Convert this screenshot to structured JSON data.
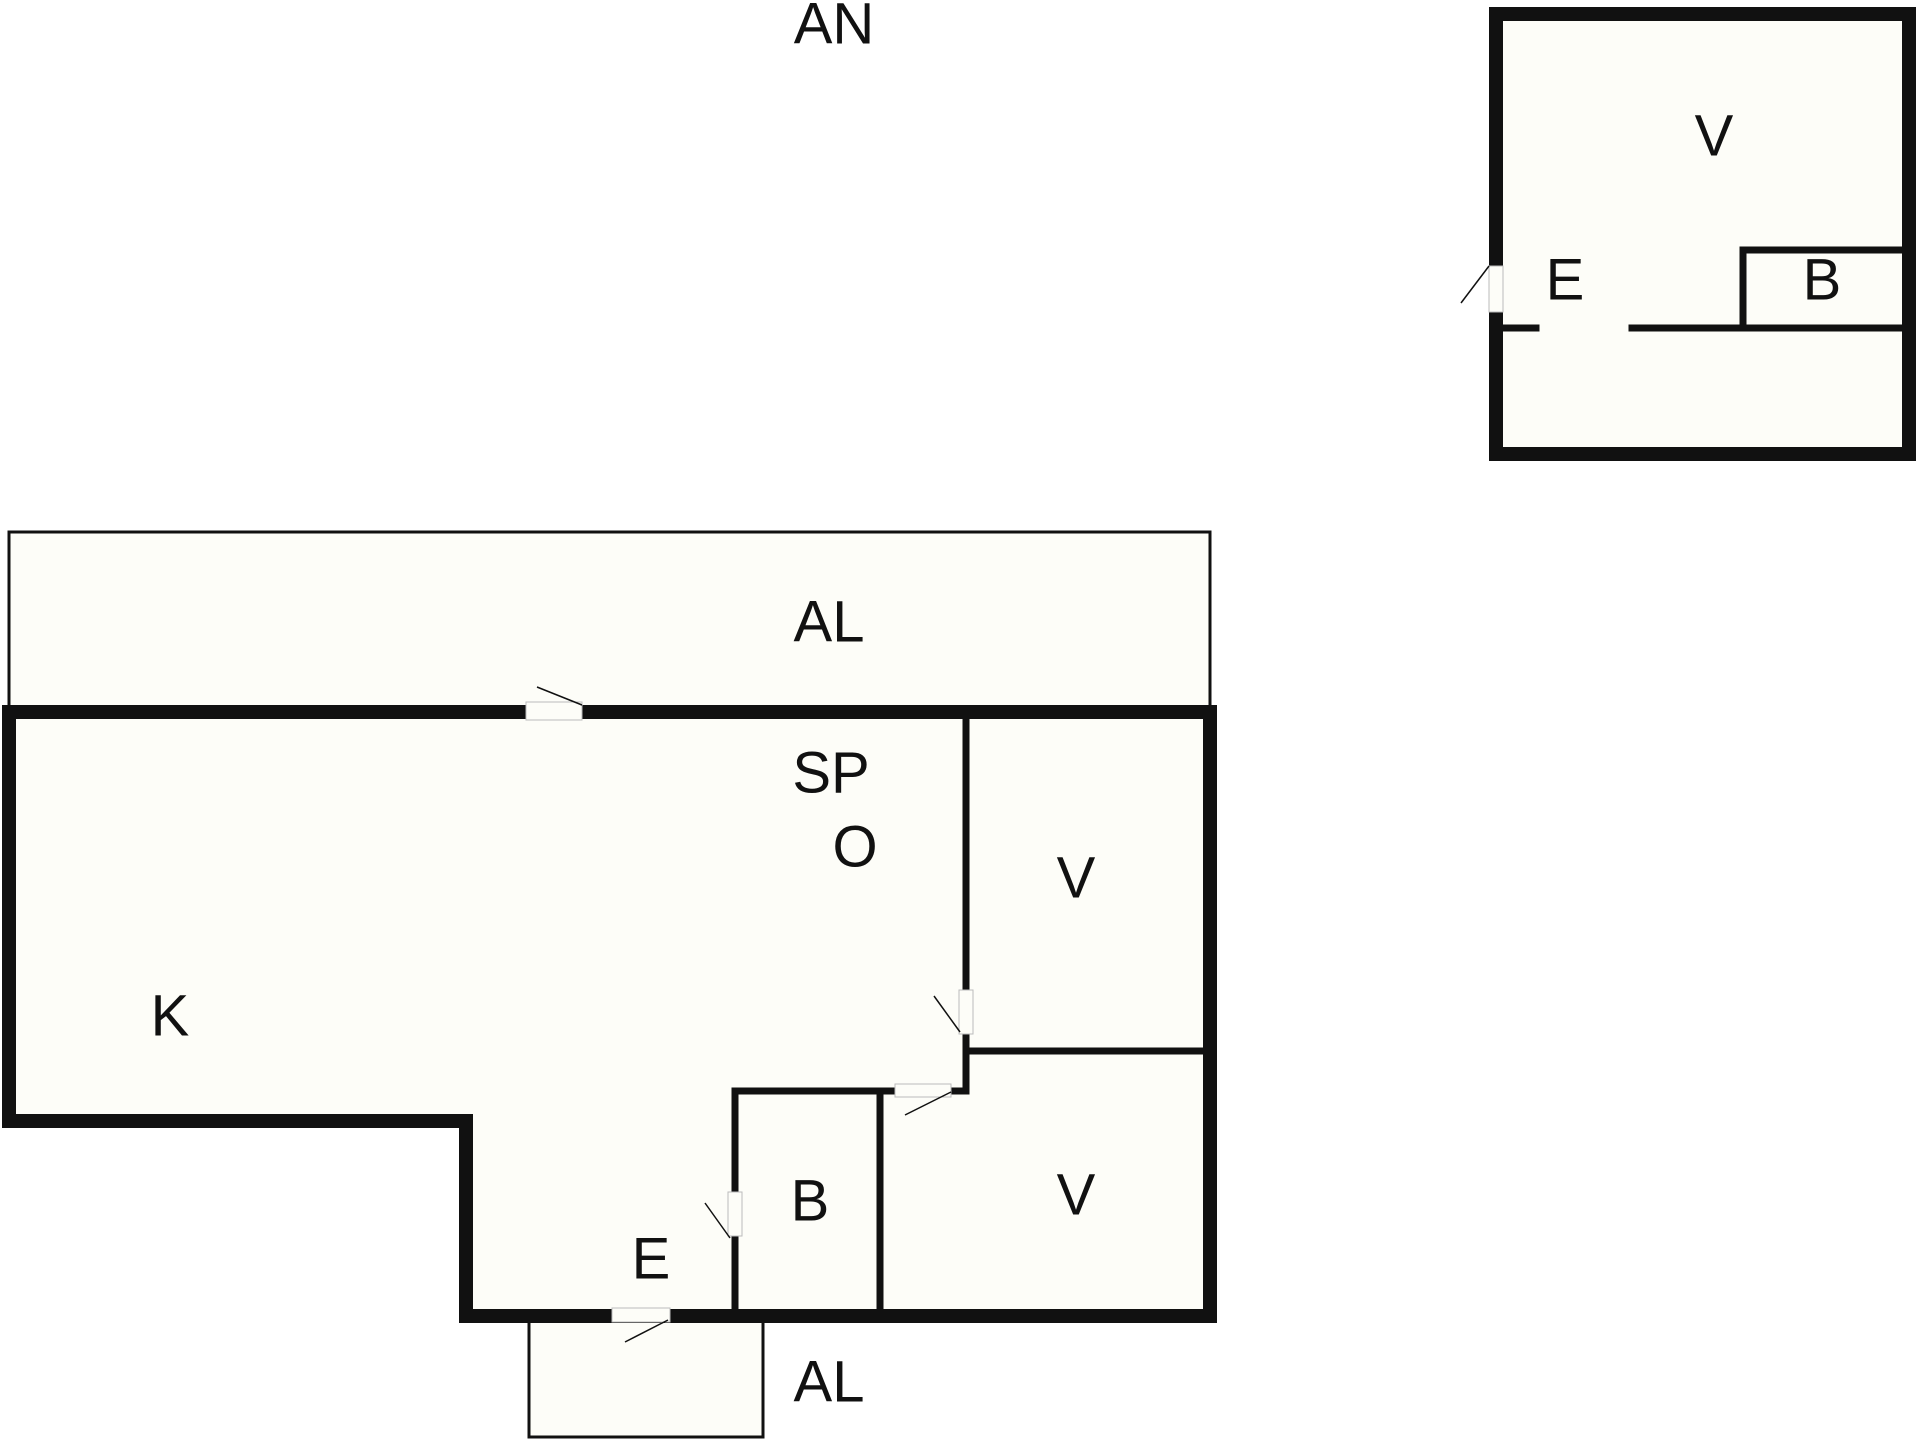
{
  "plan": {
    "top_label": "AN",
    "annex": {
      "rooms": {
        "bedroom": "V",
        "entry": "E",
        "bath": "B"
      }
    },
    "main": {
      "rooms": {
        "balcony_top": "AL",
        "sleeping_nook": "SP",
        "living": "O",
        "kitchen": "K",
        "bedroom_1": "V",
        "bedroom_2": "V",
        "bath": "B",
        "entry": "E",
        "balcony_bottom": "AL"
      }
    },
    "colors": {
      "floor": "#fdfdf8",
      "wall": "#111111"
    }
  }
}
